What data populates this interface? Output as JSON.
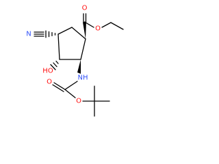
{
  "molecule": {
    "atom_labels": {
      "nitrile_n": "N",
      "hydroxyl": "HO",
      "amine_nh": "NH",
      "ester_carbonyl_o": "O",
      "ester_ether_o": "O",
      "carbamate_carbonyl_o": "O",
      "carbamate_ether_o": "O"
    },
    "colors": {
      "bond": "#000000",
      "nitrogen": "#3050F8",
      "oxygen": "#FF0D0D",
      "carbon_text": "#000000"
    }
  }
}
